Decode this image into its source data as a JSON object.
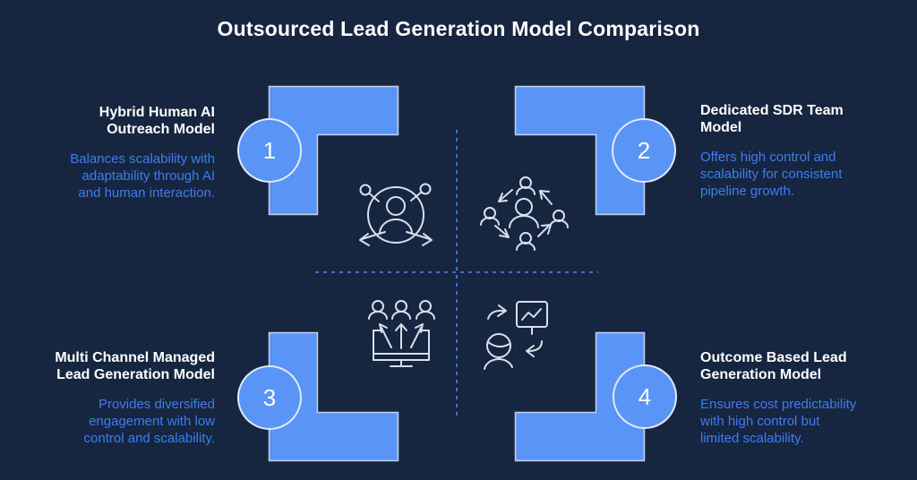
{
  "title": "Outsourced Lead Generation Model Comparison",
  "colors": {
    "background": "#162540",
    "shape_fill": "#5a94f6",
    "shape_border": "#e9f0fa",
    "heading_text": "#ffffff",
    "description_text": "#3d7ef0",
    "dashed_line": "#3f71d3",
    "icon_stroke": "#d8e0ed"
  },
  "quadrants": [
    {
      "number": "1",
      "position": "top-left",
      "title": "Hybrid Human AI\nOutreach Model",
      "description": "Balances scalability with\nadaptability through AI\nand human interaction.",
      "icon": "person-network-icon"
    },
    {
      "number": "2",
      "position": "top-right",
      "title": "Dedicated SDR Team\nModel",
      "description": "Offers high control and\nscalability for consistent\npipeline growth.",
      "icon": "team-cycle-icon"
    },
    {
      "number": "3",
      "position": "bottom-left",
      "title": "Multi Channel Managed\nLead Generation Model",
      "description": "Provides diversified\nengagement with low\ncontrol and scalability.",
      "icon": "multichannel-broadcast-icon"
    },
    {
      "number": "4",
      "position": "bottom-right",
      "title": "Outcome Based Lead\nGeneration Model",
      "description": "Ensures cost predictability\nwith high control but\nlimited scalability.",
      "icon": "performance-exchange-icon"
    }
  ]
}
